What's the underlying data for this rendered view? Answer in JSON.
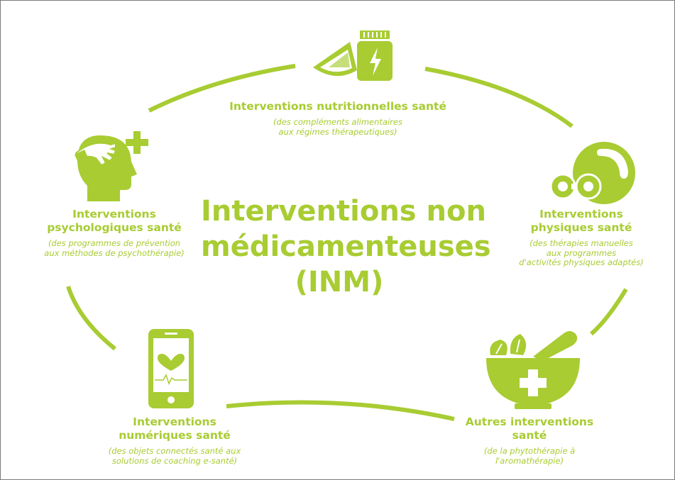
{
  "colors": {
    "accent": "#a8cc32",
    "border": "#7a7a7a",
    "background": "#ffffff"
  },
  "center": {
    "lines": [
      "Interventions non",
      "médicamenteuses",
      "(INM)"
    ]
  },
  "nodes": {
    "nutrition": {
      "icon": "lemon-and-supplement-jar-icon",
      "label": [
        "Interventions nutritionnelles santé"
      ],
      "desc": [
        "(des compléments alimentaires",
        "aux régimes thérapeutiques)"
      ]
    },
    "psychological": {
      "icon": "head-with-hand-and-plus-icon",
      "label": [
        "Interventions",
        "psychologiques santé"
      ],
      "desc": [
        "(des programmes de prévention",
        "aux méthodes de psychothérapie)"
      ]
    },
    "physical": {
      "icon": "ball-and-dumbbell-icon",
      "label": [
        "Interventions",
        "physiques santé"
      ],
      "desc": [
        "(des thérapies manuelles",
        "aux programmes",
        "d'activités physiques adaptés)"
      ]
    },
    "digital": {
      "icon": "smartphone-heart-icon",
      "label": [
        "Interventions",
        "numériques santé"
      ],
      "desc": [
        "(des objets connectés santé aux",
        "solutions de coaching e-santé)"
      ]
    },
    "other": {
      "icon": "mortar-pestle-herbs-icon",
      "label": [
        "Autres interventions",
        "santé"
      ],
      "desc": [
        "(de la phytothérapie à",
        "l'aromathérapie)"
      ]
    }
  }
}
